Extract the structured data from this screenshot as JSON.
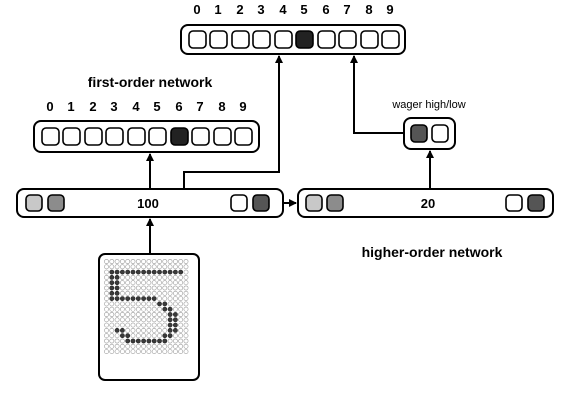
{
  "labels": {
    "top_digits": [
      "0",
      "1",
      "2",
      "3",
      "4",
      "5",
      "6",
      "7",
      "8",
      "9"
    ],
    "first_order_title": "first-order network",
    "first_digits": [
      "0",
      "1",
      "2",
      "3",
      "4",
      "5",
      "6",
      "7",
      "8",
      "9"
    ],
    "hidden_size": "100",
    "wager_title": "wager high/low",
    "higher_hidden_size": "20",
    "higher_order_title": "higher-order network"
  },
  "state": {
    "top_active_unit": 5,
    "first_active_unit": 6,
    "wager_active_unit": 0
  },
  "digit_input": {
    "rows": [
      "0000000000000000",
      "0000000000000000",
      "0111111111111110",
      "0110000000000000",
      "0110000000000000",
      "0110000000000000",
      "0110000000000000",
      "0111111111000000",
      "0000000000110000",
      "0000000000011000",
      "0000000000001100",
      "0000000000001100",
      "0000000000001100",
      "0011000000001100",
      "0001100000011000",
      "0000111111110000",
      "0000000000000000",
      "0000000000000000"
    ]
  },
  "colors": {
    "active_unit": "#222222",
    "inactive_unit": "#ffffff",
    "unit_light_gray": "#c8c8c8",
    "unit_mid_gray": "#8c8c8c",
    "unit_dark_gray": "#555555",
    "line": "#000000"
  }
}
